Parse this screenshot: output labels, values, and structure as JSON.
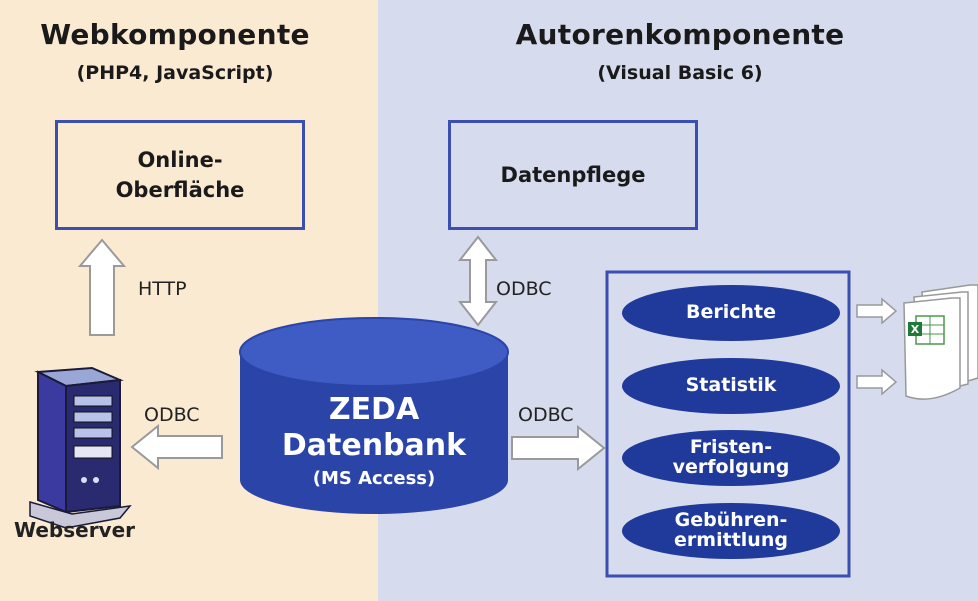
{
  "web": {
    "title": "Webkomponente",
    "subtitle": "(PHP4, JavaScript)",
    "online_box_line1": "Online-",
    "online_box_line2": "Oberfläche",
    "http_label": "HTTP",
    "odbc_label": "ODBC",
    "webserver_label": "Webserver"
  },
  "author": {
    "title": "Autorenkomponente",
    "subtitle": "(Visual Basic 6)",
    "datenpflege_label": "Datenpflege",
    "odbc_top_label": "ODBC",
    "odbc_right_label": "ODBC",
    "items": [
      {
        "line1": "Berichte",
        "line2": ""
      },
      {
        "line1": "Statistik",
        "line2": ""
      },
      {
        "line1": "Fristen-",
        "line2": "verfolgung"
      },
      {
        "line1": "Gebühren-",
        "line2": "ermittlung"
      }
    ]
  },
  "database": {
    "line1": "ZEDA",
    "line2": "Datenbank",
    "line3": "(MS Access)"
  },
  "colors": {
    "left_background": "#fbead2",
    "right_background": "#d6dbee",
    "box_border": "#3a4fb0",
    "pill_fill": "#1f3a9a",
    "database_fill": "#2a44a8"
  }
}
